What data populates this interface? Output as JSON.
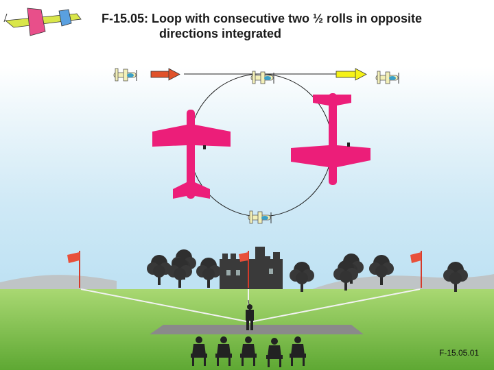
{
  "title": {
    "line1": "F-15.05: Loop with consecutive two ½ rolls in opposite",
    "line2": "directions integrated"
  },
  "figure_id": "F-15.05.01",
  "icons": {
    "logo": "aerobatic-plane-logo-icon",
    "entry_arrow": "arrow-right-icon",
    "exit_arrow": "arrow-right-icon",
    "plane": "aircraft-icon",
    "flag": "flag-icon",
    "tree": "tree-icon",
    "castle": "castle-icon",
    "pilot": "pilot-icon",
    "judge": "judge-icon"
  },
  "colors": {
    "entry_arrow": "#e0522a",
    "exit_arrow": "#f5f218",
    "roll_plane": "#ec1e79",
    "flag": "#e8503a",
    "grass": "#7cbf46",
    "runway": "#8a8a8a"
  }
}
